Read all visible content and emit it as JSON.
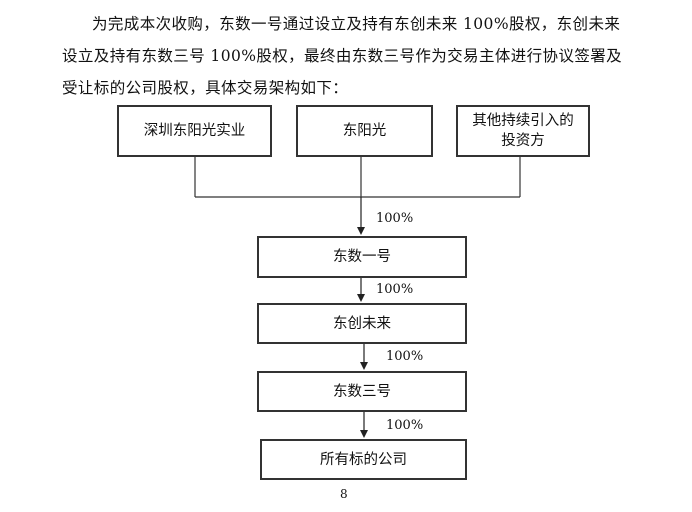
{
  "paragraph": {
    "lines": [
      "为完成本次收购，东数一号通过设立及持有东创未来 100%股权，东创未来",
      "设立及持有东数三号 100%股权，最终由东数三号作为交易主体进行协议签署及",
      "受让标的公司股权，具体交易架构如下："
    ]
  },
  "diagram": {
    "top_boxes": [
      {
        "label": "深圳东阳光实业"
      },
      {
        "label": "东阳光"
      },
      {
        "label_line1": "其他持续引入的",
        "label_line2": "投资方"
      }
    ],
    "chain_boxes": [
      {
        "label": "东数一号"
      },
      {
        "label": "东创未来"
      },
      {
        "label": "东数三号"
      },
      {
        "label": "所有标的公司"
      }
    ],
    "ownership_labels": [
      "100%",
      "100%",
      "100%",
      "100%"
    ]
  },
  "footer": {
    "page_number": "8"
  }
}
